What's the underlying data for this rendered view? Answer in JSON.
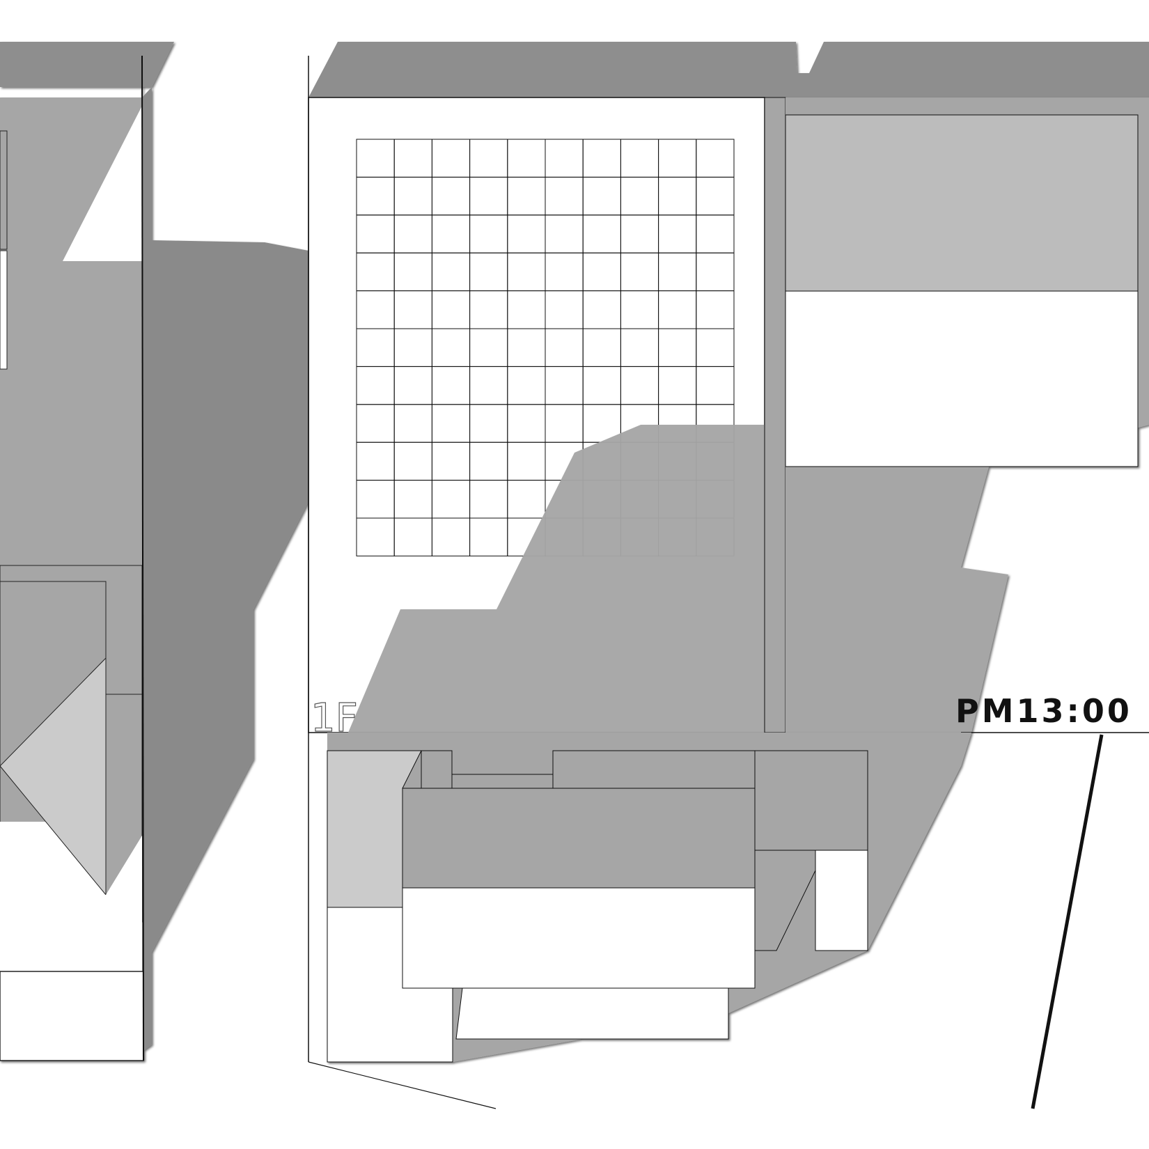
{
  "labels": {
    "floor": "1F",
    "time": "PM13:00"
  },
  "colors": {
    "background": "#ffffff",
    "roof": "#8e8e8e",
    "shadow": "#a6a6a6",
    "dark_shadow": "#8a8a8a",
    "light_face": "#bcbcbc",
    "pale_face": "#cbcbcb",
    "line": "#111111"
  },
  "grid": {
    "columns": 10,
    "rows": 11
  }
}
